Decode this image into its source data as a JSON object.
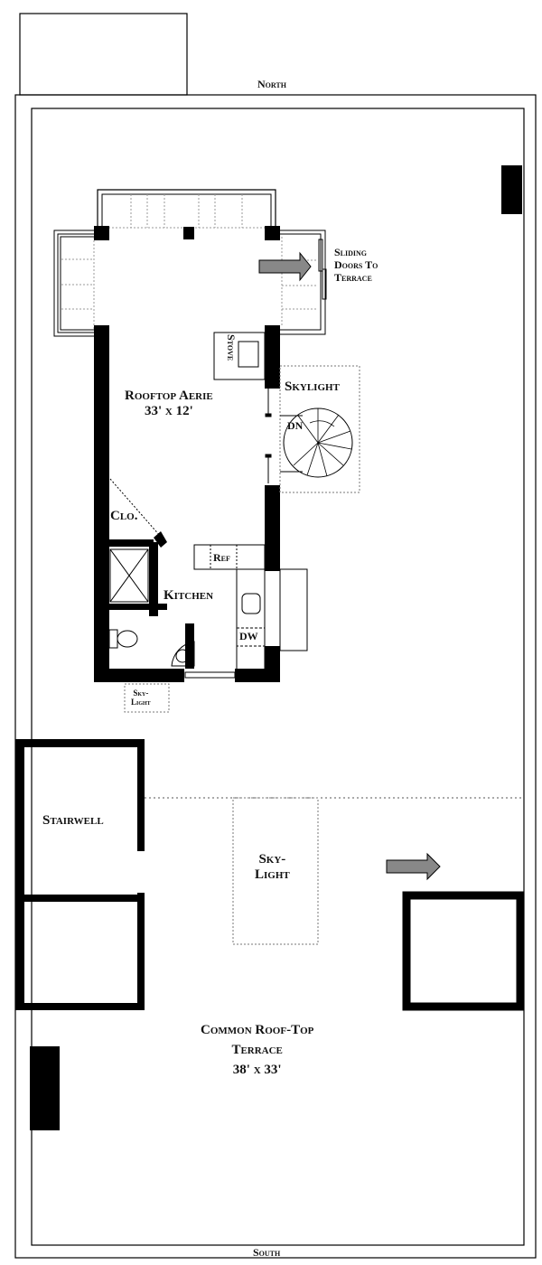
{
  "compass": {
    "north": "North",
    "south": "South"
  },
  "rooms": {
    "aerie_name": "Rooftop Aerie",
    "aerie_size": "33' x 12'",
    "kitchen": "Kitchen",
    "closet": "Clo.",
    "stairwell": "Stairwell",
    "terrace_name_1": "Common Roof-Top",
    "terrace_name_2": "Terrace",
    "terrace_size": "38' x 33'"
  },
  "fixtures": {
    "stove": "Stove",
    "ref": "Ref",
    "dw": "DW",
    "stair_dn": "DN",
    "skylight": "Skylight",
    "skylight_small_1": "Sky-",
    "skylight_small_2": "Light",
    "skylight_large_1": "Sky-",
    "skylight_large_2": "Light"
  },
  "notes": {
    "sliding_1": "Sliding",
    "sliding_2": "Doors To",
    "sliding_3": "Terrace"
  }
}
